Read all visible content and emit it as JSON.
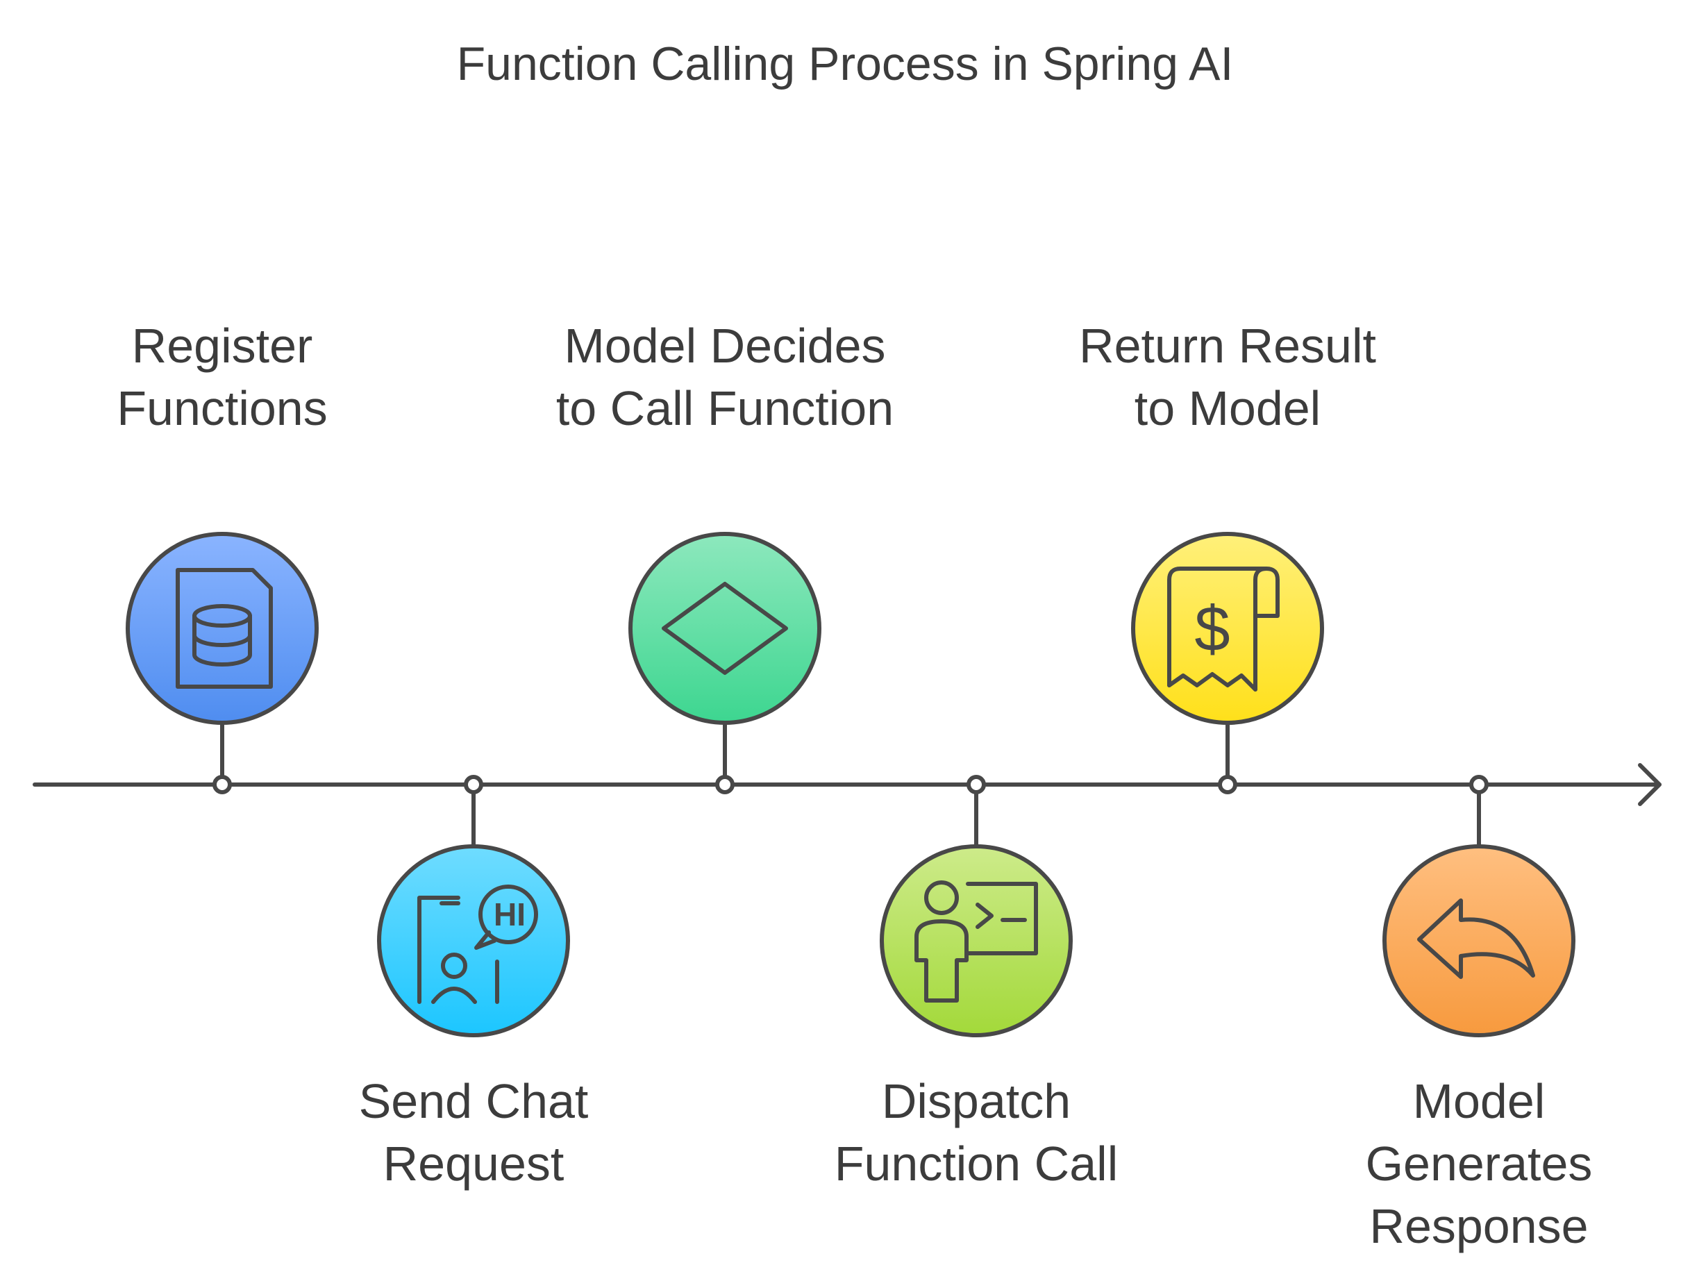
{
  "title": "Function Calling Process in Spring AI",
  "steps": [
    {
      "label_lines": [
        "Register",
        "Functions"
      ],
      "icon": "database-document-icon",
      "colors": [
        "#8ab4ff",
        "#4f8df0"
      ]
    },
    {
      "label_lines": [
        "Send Chat",
        "Request"
      ],
      "icon": "chat-hi-icon",
      "colors": [
        "#6fdcff",
        "#1cc6ff"
      ],
      "icon_text": "HI"
    },
    {
      "label_lines": [
        "Model Decides",
        "to Call Function"
      ],
      "icon": "diamond-decision-icon",
      "colors": [
        "#8de8bd",
        "#3dd690"
      ]
    },
    {
      "label_lines": [
        "Dispatch",
        "Function Call"
      ],
      "icon": "person-terminal-icon",
      "colors": [
        "#cdeb8a",
        "#a3d93a"
      ]
    },
    {
      "label_lines": [
        "Return Result",
        "to Model"
      ],
      "icon": "receipt-dollar-icon",
      "colors": [
        "#fff07a",
        "#ffe01a"
      ],
      "icon_text": "$"
    },
    {
      "label_lines": [
        "Model",
        "Generates",
        "Response"
      ],
      "icon": "reply-arrow-icon",
      "colors": [
        "#ffbf80",
        "#f79a3e"
      ]
    }
  ]
}
